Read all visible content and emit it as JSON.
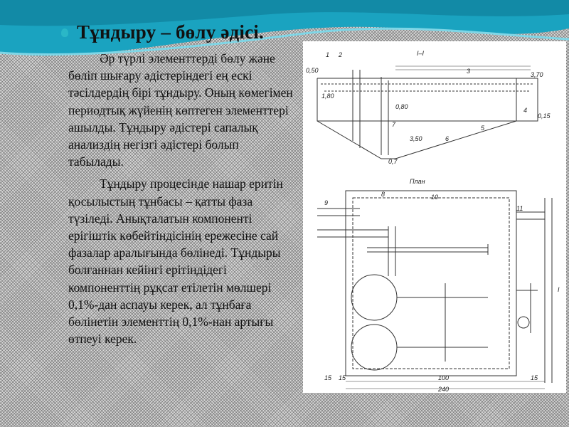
{
  "slide": {
    "title": "Тұндыру – бөлу әдісі.",
    "paragraphs": [
      [
        "Әр түрлі элементтерді бөлу және",
        "бөліп шығару әдістеріндегі ең ескі",
        "тәсілдердің бірі тұндыру. Оның көмегімен",
        "периодтық жүйенің көптеген элементтері",
        "ашылды. Тұндыру әдістері сапалық",
        "анализдің негізгі әдістері болып",
        "табылады."
      ],
      [
        "Тұндыру процесінде нашар еритін",
        "қосылыстың тұнбасы – қатты фаза",
        "түзіледі. Анықталатын компоненті",
        "ерігіштік көбейтіндісінің ережесіне сай",
        "фазалар аралығында бөлінеді. Тұндыры",
        "болғаннан кейінгі ерітіндідегі",
        "компоненттің рұқсат етілетін мөлшері",
        "0,1%-дан аспауы керек, ал тұнбаға",
        "бөлінетін элементтің 0,1%-нан артығы",
        "өтпеуі керек."
      ]
    ],
    "figure": {
      "section_label": "I–I",
      "plan_label": "План",
      "levels": [
        "0,50",
        "3,70",
        "1,80",
        "0,80",
        "3,50",
        "0,15",
        "0,7"
      ],
      "dims": [
        "100",
        "240",
        "15",
        "15",
        "15",
        "I"
      ],
      "callouts": [
        "1",
        "2",
        "3",
        "4",
        "5",
        "6",
        "7",
        "8",
        "9",
        "10",
        "11"
      ]
    },
    "colors": {
      "accent": "#1aa3c0",
      "bullet": "#2ab7c7"
    }
  }
}
